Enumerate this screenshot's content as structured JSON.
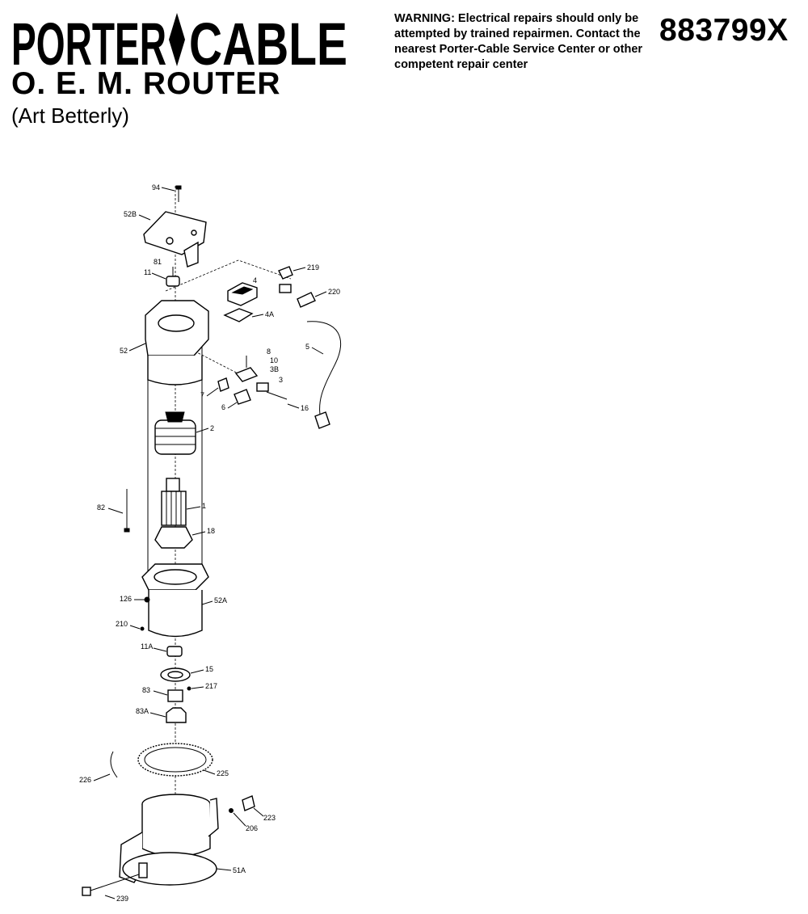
{
  "brand": {
    "left": "PORTER",
    "right": "CABLE"
  },
  "title": "O. E. M. ROUTER",
  "subtitle": "(Art Betterly)",
  "warning": "WARNING: Electrical repairs should only be attempted by trained repairmen. Contact the nearest Porter-Cable Service Center or other competent repair center",
  "part_number": "883799X",
  "callouts": [
    "94",
    "52B",
    "81",
    "11",
    "4",
    "219",
    "220",
    "4A",
    "52",
    "5",
    "8",
    "10",
    "3B",
    "3",
    "7",
    "6",
    "16",
    "2",
    "82",
    "1",
    "18",
    "126",
    "52A",
    "210",
    "11A",
    "15",
    "83",
    "217",
    "83A",
    "226",
    "225",
    "223",
    "206",
    "51A",
    "239"
  ]
}
